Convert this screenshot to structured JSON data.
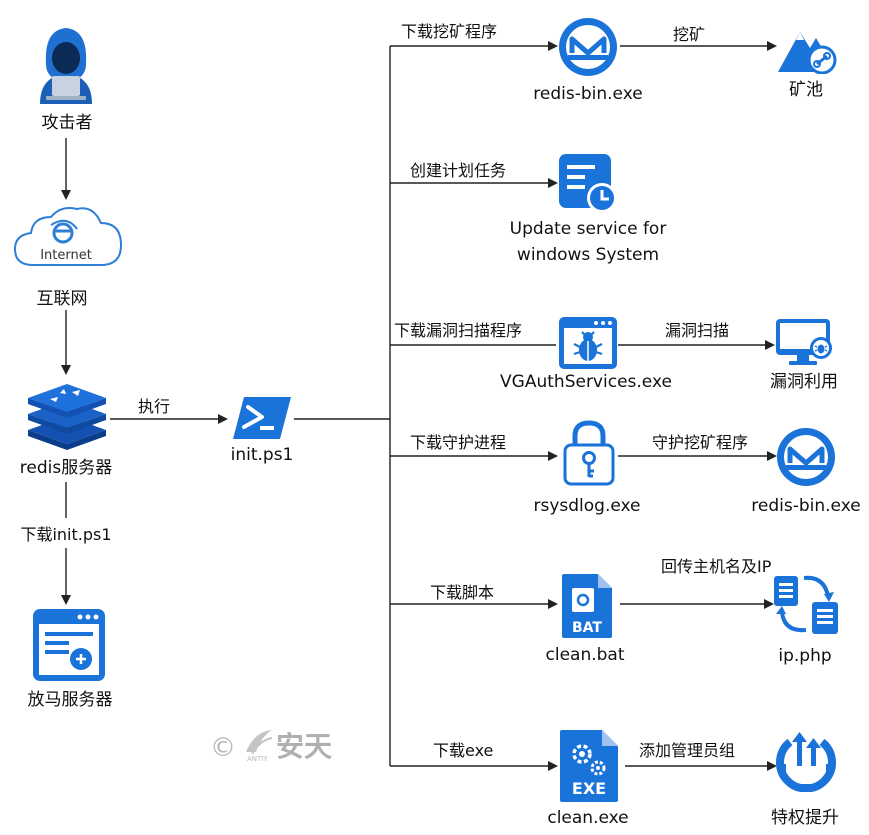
{
  "nodes": {
    "attacker": "攻击者",
    "internet_cloud": "Internet",
    "internet": "互联网",
    "redis": "redis服务器",
    "trojan_server": "放马服务器",
    "init": "init.ps1",
    "miner": "redis-bin.exe",
    "pool": "矿池",
    "task": "Update service for windows System",
    "vgauth": "VGAuthServices.exe",
    "vuln": "漏洞利用",
    "rsysdlog": "rsysdlog.exe",
    "miner2": "redis-bin.exe",
    "cleanbat": "clean.bat",
    "bat_tag": "BAT",
    "ipphp": "ip.php",
    "cleanexe": "clean.exe",
    "exe_tag": "EXE",
    "privesc": "特权提升"
  },
  "edges": {
    "execute": "执行",
    "download_init": "下载init.ps1",
    "download_miner": "下载挖矿程序",
    "mining": "挖矿",
    "create_task": "创建计划任务",
    "download_scanner": "下载漏洞扫描程序",
    "vuln_scan": "漏洞扫描",
    "download_guard": "下载守护进程",
    "guard_miner": "守护挖矿程序",
    "download_script": "下载脚本",
    "send_back": "回传主机名及IP",
    "download_exe": "下载exe",
    "add_admin": "添加管理员组"
  },
  "watermark": {
    "symbol": "©",
    "brand": "安天",
    "sub": "ANTIY"
  },
  "colors": {
    "icon_blue": "#1a73d9",
    "line": "#222222"
  }
}
